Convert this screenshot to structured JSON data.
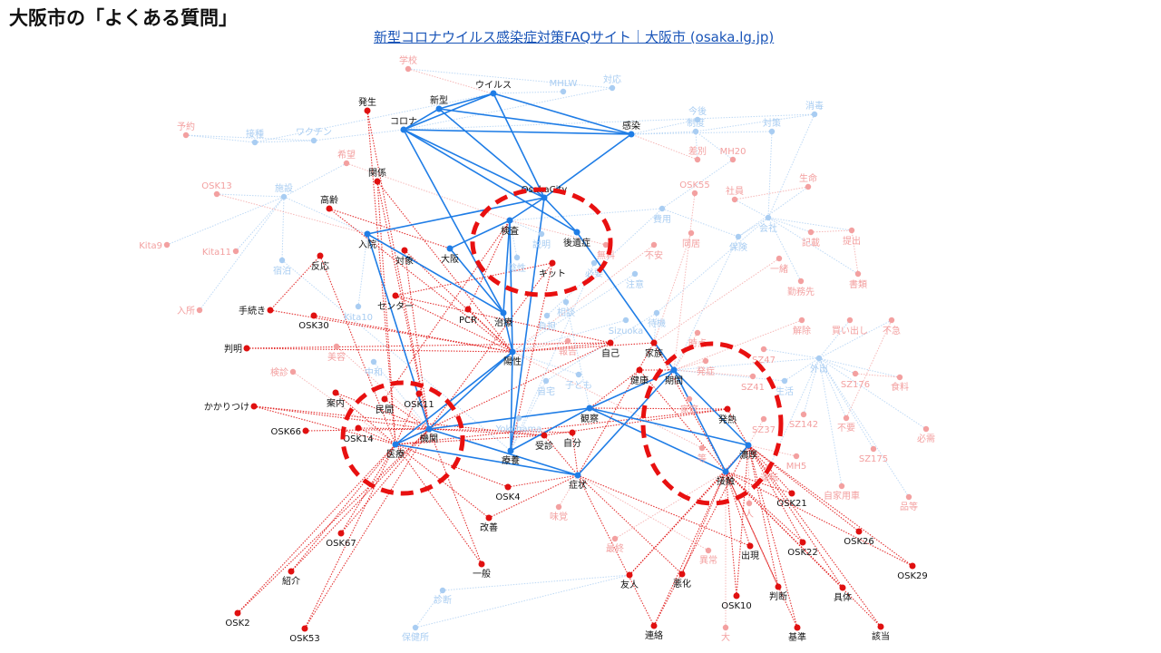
{
  "header": {
    "title": "大阪市の「よくある質問」",
    "link_text": "新型コロナウイルス感染症対策FAQサイト｜大阪市 (osaka.lg.jp)"
  },
  "colors": {
    "focus_blue": "#1f7de6",
    "focus_red": "#e01010",
    "faint_blue": "#a9cdf2",
    "faint_red": "#f3a0a0",
    "highlight_circle": "#e81010",
    "link": "#1a55b8"
  },
  "network": {
    "nodes": [
      {
        "id": "ウイルス",
        "group": "fb"
      },
      {
        "id": "新型",
        "group": "fb"
      },
      {
        "id": "コロナ",
        "group": "fb"
      },
      {
        "id": "感染",
        "group": "fb"
      },
      {
        "id": "OsakaCity",
        "group": "fb"
      },
      {
        "id": "検査",
        "group": "fb"
      },
      {
        "id": "後遺症",
        "group": "fb"
      },
      {
        "id": "入院",
        "group": "fb"
      },
      {
        "id": "大阪",
        "group": "fb"
      },
      {
        "id": "治療",
        "group": "fb"
      },
      {
        "id": "陽性",
        "group": "fb"
      },
      {
        "id": "期間",
        "group": "fb"
      },
      {
        "id": "観察",
        "group": "fb"
      },
      {
        "id": "機関",
        "group": "fb"
      },
      {
        "id": "医療",
        "group": "fb"
      },
      {
        "id": "療養",
        "group": "fb"
      },
      {
        "id": "症状",
        "group": "fb"
      },
      {
        "id": "濃厚",
        "group": "fb"
      },
      {
        "id": "接触",
        "group": "fb"
      },
      {
        "id": "発生",
        "group": "fr"
      },
      {
        "id": "関係",
        "group": "fr"
      },
      {
        "id": "高齢",
        "group": "fr"
      },
      {
        "id": "反応",
        "group": "fr"
      },
      {
        "id": "対象",
        "group": "fr"
      },
      {
        "id": "キット",
        "group": "fr"
      },
      {
        "id": "センター",
        "group": "fr"
      },
      {
        "id": "PCR",
        "group": "fr"
      },
      {
        "id": "手続き",
        "group": "fr"
      },
      {
        "id": "OSK30",
        "group": "fr"
      },
      {
        "id": "判明",
        "group": "fr"
      },
      {
        "id": "自己",
        "group": "fr"
      },
      {
        "id": "家族",
        "group": "fr"
      },
      {
        "id": "健康",
        "group": "fr"
      },
      {
        "id": "案内",
        "group": "fr"
      },
      {
        "id": "民間",
        "group": "fr"
      },
      {
        "id": "OSK11",
        "group": "fr"
      },
      {
        "id": "かかりつけ",
        "group": "fr"
      },
      {
        "id": "OSK14",
        "group": "fr"
      },
      {
        "id": "OSK66",
        "group": "fr"
      },
      {
        "id": "受診",
        "group": "fr"
      },
      {
        "id": "自分",
        "group": "fr"
      },
      {
        "id": "発熱",
        "group": "fr"
      },
      {
        "id": "OSK4",
        "group": "fr"
      },
      {
        "id": "改善",
        "group": "fr"
      },
      {
        "id": "OSK67",
        "group": "fr"
      },
      {
        "id": "一般",
        "group": "fr"
      },
      {
        "id": "紹介",
        "group": "fr"
      },
      {
        "id": "OSK2",
        "group": "fr"
      },
      {
        "id": "OSK53",
        "group": "fr"
      },
      {
        "id": "友人",
        "group": "fr"
      },
      {
        "id": "悪化",
        "group": "fr"
      },
      {
        "id": "連絡",
        "group": "fr"
      },
      {
        "id": "出現",
        "group": "fr"
      },
      {
        "id": "OSK10",
        "group": "fr"
      },
      {
        "id": "OSK21",
        "group": "fr"
      },
      {
        "id": "OSK22",
        "group": "fr"
      },
      {
        "id": "OSK26",
        "group": "fr"
      },
      {
        "id": "OSK29",
        "group": "fr"
      },
      {
        "id": "判断",
        "group": "fr"
      },
      {
        "id": "具体",
        "group": "fr"
      },
      {
        "id": "基準",
        "group": "fr"
      },
      {
        "id": "該当",
        "group": "fr"
      },
      {
        "id": "MHLW",
        "group": "lb"
      },
      {
        "id": "対応",
        "group": "lb"
      },
      {
        "id": "今後",
        "group": "lb"
      },
      {
        "id": "消毒",
        "group": "lb"
      },
      {
        "id": "制度",
        "group": "lb"
      },
      {
        "id": "対策",
        "group": "lb"
      },
      {
        "id": "接種",
        "group": "lb"
      },
      {
        "id": "ワクチン",
        "group": "lb"
      },
      {
        "id": "施設",
        "group": "lb"
      },
      {
        "id": "宿泊",
        "group": "lb"
      },
      {
        "id": "費用",
        "group": "lb"
      },
      {
        "id": "会社",
        "group": "lb"
      },
      {
        "id": "保険",
        "group": "lb"
      },
      {
        "id": "注意",
        "group": "lb"
      },
      {
        "id": "待機",
        "group": "lb"
      },
      {
        "id": "自宅",
        "group": "lb"
      },
      {
        "id": "子ども",
        "group": "lb"
      },
      {
        "id": "Sizuoka",
        "group": "lb"
      },
      {
        "id": "生活",
        "group": "lb"
      },
      {
        "id": "外出",
        "group": "lb"
      },
      {
        "id": "Kita10",
        "group": "lb"
      },
      {
        "id": "中和",
        "group": "lb"
      },
      {
        "id": "Yokohama",
        "group": "lb"
      },
      {
        "id": "診断",
        "group": "lb"
      },
      {
        "id": "保健所",
        "group": "lb"
      },
      {
        "id": "説明",
        "group": "lb"
      },
      {
        "id": "陰性",
        "group": "lb"
      },
      {
        "id": "必要",
        "group": "lb"
      },
      {
        "id": "相談",
        "group": "lb"
      },
      {
        "id": "負担",
        "group": "lb"
      },
      {
        "id": "学校",
        "group": "lr"
      },
      {
        "id": "予約",
        "group": "lr"
      },
      {
        "id": "希望",
        "group": "lr"
      },
      {
        "id": "差別",
        "group": "lr"
      },
      {
        "id": "MH20",
        "group": "lr"
      },
      {
        "id": "OSK13",
        "group": "lr"
      },
      {
        "id": "OSK55",
        "group": "lr"
      },
      {
        "id": "社員",
        "group": "lr"
      },
      {
        "id": "生命",
        "group": "lr"
      },
      {
        "id": "Kita9",
        "group": "lr"
      },
      {
        "id": "Kita11",
        "group": "lr"
      },
      {
        "id": "同居",
        "group": "lr"
      },
      {
        "id": "記載",
        "group": "lr"
      },
      {
        "id": "提出",
        "group": "lr"
      },
      {
        "id": "一緒",
        "group": "lr"
      },
      {
        "id": "書類",
        "group": "lr"
      },
      {
        "id": "勤務先",
        "group": "lr"
      },
      {
        "id": "入所",
        "group": "lr"
      },
      {
        "id": "解除",
        "group": "lr"
      },
      {
        "id": "買い出し",
        "group": "lr"
      },
      {
        "id": "不急",
        "group": "lr"
      },
      {
        "id": "美容",
        "group": "lr"
      },
      {
        "id": "検診",
        "group": "lr"
      },
      {
        "id": "SZ47",
        "group": "lr"
      },
      {
        "id": "SZ41",
        "group": "lr"
      },
      {
        "id": "SZ176",
        "group": "lr"
      },
      {
        "id": "食料",
        "group": "lr"
      },
      {
        "id": "SZ142",
        "group": "lr"
      },
      {
        "id": "不要",
        "group": "lr"
      },
      {
        "id": "必需",
        "group": "lr"
      },
      {
        "id": "MH5",
        "group": "lr"
      },
      {
        "id": "SZ175",
        "group": "lr"
      },
      {
        "id": "自家用車",
        "group": "lr"
      },
      {
        "id": "品等",
        "group": "lr"
      },
      {
        "id": "味覚",
        "group": "lr"
      },
      {
        "id": "異常",
        "group": "lr"
      },
      {
        "id": "最終",
        "group": "lr"
      },
      {
        "id": "大",
        "group": "lr"
      },
      {
        "id": "不安",
        "group": "lr"
      },
      {
        "id": "発症",
        "group": "lr"
      },
      {
        "id": "SZ37",
        "group": "lr"
      },
      {
        "id": "家庭",
        "group": "lr"
      },
      {
        "id": "報告",
        "group": "lr"
      },
      {
        "id": "時点",
        "group": "lr"
      },
      {
        "id": "運転",
        "group": "lr"
      },
      {
        "id": "無料",
        "group": "lr"
      },
      {
        "id": "等",
        "group": "lr"
      },
      {
        "id": "人",
        "group": "lr"
      }
    ],
    "edges": [
      [
        "ウイルス",
        "新型"
      ],
      [
        "ウイルス",
        "コロナ"
      ],
      [
        "ウイルス",
        "感染"
      ],
      [
        "ウイルス",
        "OsakaCity"
      ],
      [
        "新型",
        "コロナ"
      ],
      [
        "新型",
        "感染"
      ],
      [
        "新型",
        "OsakaCity"
      ],
      [
        "コロナ",
        "感染"
      ],
      [
        "コロナ",
        "OsakaCity"
      ],
      [
        "コロナ",
        "後遺症"
      ],
      [
        "コロナ",
        "治療"
      ],
      [
        "感染",
        "OsakaCity"
      ],
      [
        "OsakaCity",
        "後遺症"
      ],
      [
        "OsakaCity",
        "検査"
      ],
      [
        "OsakaCity",
        "療養"
      ],
      [
        "OsakaCity",
        "入院"
      ],
      [
        "検査",
        "大阪"
      ],
      [
        "入院",
        "治療"
      ],
      [
        "後遺症",
        "期間"
      ],
      [
        "陽性",
        "療養"
      ],
      [
        "陽性",
        "治療"
      ],
      [
        "陽性",
        "機関"
      ],
      [
        "陽性",
        "医療"
      ],
      [
        "期間",
        "観察"
      ],
      [
        "観察",
        "療養"
      ],
      [
        "期間",
        "濃厚"
      ],
      [
        "濃厚",
        "接触"
      ],
      [
        "機関",
        "医療"
      ],
      [
        "機関",
        "症状"
      ],
      [
        "検査",
        "治療"
      ],
      [
        "検査",
        "陽性"
      ],
      [
        "入院",
        "機関"
      ],
      [
        "大阪",
        "治療"
      ],
      [
        "キット",
        "療養"
      ],
      [
        "症状",
        "医療"
      ],
      [
        "期間",
        "接触"
      ],
      [
        "期間",
        "健康"
      ],
      [
        "観察",
        "接触"
      ],
      [
        "観察",
        "濃厚"
      ],
      [
        "発生",
        "医療"
      ],
      [
        "発生",
        "機関"
      ],
      [
        "関係",
        "医療"
      ],
      [
        "関係",
        "陽性"
      ],
      [
        "関係",
        "機関"
      ],
      [
        "高齢",
        "陽性"
      ],
      [
        "高齢",
        "大阪"
      ],
      [
        "反応",
        "手続き"
      ],
      [
        "反応",
        "医療"
      ],
      [
        "対象",
        "機関"
      ],
      [
        "対象",
        "陽性"
      ],
      [
        "キット",
        "機関"
      ],
      [
        "キット",
        "センター"
      ],
      [
        "センター",
        "陽性"
      ],
      [
        "センター",
        "自己"
      ],
      [
        "PCR",
        "検査"
      ],
      [
        "PCR",
        "陽性"
      ],
      [
        "手続き",
        "陽性"
      ],
      [
        "OSK30",
        "陽性"
      ],
      [
        "判明",
        "陽性"
      ],
      [
        "判明",
        "自己"
      ],
      [
        "自己",
        "陽性"
      ],
      [
        "家族",
        "陽性"
      ],
      [
        "家族",
        "期間"
      ],
      [
        "家族",
        "接触"
      ],
      [
        "健康",
        "観察"
      ],
      [
        "健康",
        "接触"
      ],
      [
        "案内",
        "医療"
      ],
      [
        "案内",
        "機関"
      ],
      [
        "民間",
        "機関"
      ],
      [
        "民間",
        "検査"
      ],
      [
        "OSK11",
        "機関"
      ],
      [
        "OSK11",
        "医療"
      ],
      [
        "かかりつけ",
        "医療"
      ],
      [
        "かかりつけ",
        "機関"
      ],
      [
        "かかりつけ",
        "受診"
      ],
      [
        "OSK14",
        "機関"
      ],
      [
        "OSK14",
        "医療"
      ],
      [
        "OSK66",
        "機関"
      ],
      [
        "受診",
        "機関"
      ],
      [
        "受診",
        "医療"
      ],
      [
        "受診",
        "症状"
      ],
      [
        "自分",
        "機関"
      ],
      [
        "自分",
        "症状"
      ],
      [
        "発熱",
        "観察"
      ],
      [
        "発熱",
        "医療"
      ],
      [
        "発熱",
        "濃厚"
      ],
      [
        "発熱",
        "受診"
      ],
      [
        "OSK4",
        "症状"
      ],
      [
        "OSK4",
        "医療"
      ],
      [
        "改善",
        "症状"
      ],
      [
        "改善",
        "医療"
      ],
      [
        "OSK67",
        "医療"
      ],
      [
        "OSK67",
        "機関"
      ],
      [
        "一般",
        "医療"
      ],
      [
        "一般",
        "機関"
      ],
      [
        "紹介",
        "医療"
      ],
      [
        "紹介",
        "機関"
      ],
      [
        "OSK2",
        "医療"
      ],
      [
        "OSK2",
        "機関"
      ],
      [
        "OSK53",
        "医療"
      ],
      [
        "OSK53",
        "機関"
      ],
      [
        "友人",
        "濃厚"
      ],
      [
        "友人",
        "接触"
      ],
      [
        "悪化",
        "症状"
      ],
      [
        "悪化",
        "接触"
      ],
      [
        "連絡",
        "接触"
      ],
      [
        "連絡",
        "濃厚"
      ],
      [
        "連絡",
        "症状"
      ],
      [
        "出現",
        "症状"
      ],
      [
        "出現",
        "接触"
      ],
      [
        "OSK10",
        "接触"
      ],
      [
        "OSK10",
        "濃厚"
      ],
      [
        "OSK21",
        "接触"
      ],
      [
        "OSK21",
        "濃厚"
      ],
      [
        "OSK22",
        "濃厚"
      ],
      [
        "OSK22",
        "接触"
      ],
      [
        "OSK26",
        "濃厚"
      ],
      [
        "OSK29",
        "濃厚"
      ],
      [
        "OSK29",
        "接触"
      ],
      [
        "判断",
        "濃厚"
      ],
      [
        "判断",
        "接触"
      ],
      [
        "具体",
        "濃厚"
      ],
      [
        "具体",
        "接触"
      ],
      [
        "基準",
        "濃厚"
      ],
      [
        "基準",
        "接触"
      ],
      [
        "該当",
        "接触"
      ],
      [
        "該当",
        "濃厚"
      ],
      [
        "家族",
        "症状"
      ],
      [
        "自己",
        "医療"
      ],
      [
        "症状",
        "期間"
      ],
      [
        "観察",
        "機関"
      ],
      [
        "MHLW",
        "ウイルス"
      ],
      [
        "対応",
        "コロナ"
      ],
      [
        "今後",
        "感染"
      ],
      [
        "消毒",
        "コロナ"
      ],
      [
        "消毒",
        "会社"
      ],
      [
        "制度",
        "感染"
      ],
      [
        "対策",
        "感染"
      ],
      [
        "対策",
        "会社"
      ],
      [
        "接種",
        "ワクチン"
      ],
      [
        "施設",
        "宿泊"
      ],
      [
        "施設",
        "入院"
      ],
      [
        "宿泊",
        "療養"
      ],
      [
        "費用",
        "検査"
      ],
      [
        "費用",
        "保険"
      ],
      [
        "会社",
        "保険"
      ],
      [
        "注意",
        "陽性"
      ],
      [
        "待機",
        "家族"
      ],
      [
        "待機",
        "自宅"
      ],
      [
        "自宅",
        "療養"
      ],
      [
        "子ども",
        "陽性"
      ],
      [
        "Sizuoka",
        "陽性"
      ],
      [
        "生活",
        "外出"
      ],
      [
        "生活",
        "期間"
      ],
      [
        "Kita10",
        "入院"
      ],
      [
        "中和",
        "機関"
      ],
      [
        "Yokohama",
        "療養"
      ],
      [
        "診断",
        "保健所"
      ],
      [
        "診断",
        "友人"
      ],
      [
        "保健所",
        "友人"
      ],
      [
        "説明",
        "検査"
      ],
      [
        "陰性",
        "検査"
      ],
      [
        "必要",
        "療養"
      ],
      [
        "相談",
        "観察"
      ],
      [
        "負担",
        "費用"
      ],
      [
        "外出",
        "期間"
      ],
      [
        "接種",
        "ウイルス"
      ],
      [
        "ワクチン",
        "コロナ"
      ],
      [
        "保険",
        "期間"
      ],
      [
        "会社",
        "待機"
      ],
      [
        "消毒",
        "制度"
      ],
      [
        "学校",
        "感染"
      ],
      [
        "学校",
        "対応"
      ],
      [
        "予約",
        "接種"
      ],
      [
        "希望",
        "検査"
      ],
      [
        "差別",
        "感染"
      ],
      [
        "MH20",
        "費用"
      ],
      [
        "OSK13",
        "施設"
      ],
      [
        "OSK55",
        "期間"
      ],
      [
        "社員",
        "会社"
      ],
      [
        "生命",
        "保険"
      ],
      [
        "Kita9",
        "施設"
      ],
      [
        "Kita11",
        "施設"
      ],
      [
        "同居",
        "家族"
      ],
      [
        "記載",
        "会社"
      ],
      [
        "提出",
        "会社"
      ],
      [
        "一緒",
        "家族"
      ],
      [
        "書類",
        "会社"
      ],
      [
        "勤務先",
        "会社"
      ],
      [
        "入所",
        "施設"
      ],
      [
        "解除",
        "期間"
      ],
      [
        "買い出し",
        "外出"
      ],
      [
        "不急",
        "外出"
      ],
      [
        "美容",
        "機関"
      ],
      [
        "検診",
        "医療"
      ],
      [
        "SZ47",
        "外出"
      ],
      [
        "SZ41",
        "期間"
      ],
      [
        "SZ176",
        "外出"
      ],
      [
        "食料",
        "外出"
      ],
      [
        "SZ142",
        "外出"
      ],
      [
        "不要",
        "外出"
      ],
      [
        "必需",
        "外出"
      ],
      [
        "MH5",
        "濃厚"
      ],
      [
        "SZ175",
        "外出"
      ],
      [
        "自家用車",
        "外出"
      ],
      [
        "品等",
        "外出"
      ],
      [
        "味覚",
        "症状"
      ],
      [
        "異常",
        "症状"
      ],
      [
        "最終",
        "接触"
      ],
      [
        "大",
        "接触"
      ],
      [
        "不安",
        "陽性"
      ],
      [
        "発症",
        "期間"
      ],
      [
        "SZ37",
        "濃厚"
      ],
      [
        "家庭",
        "期間"
      ],
      [
        "報告",
        "陽性"
      ],
      [
        "時点",
        "期間"
      ],
      [
        "運転",
        "外出"
      ],
      [
        "無料",
        "検査"
      ],
      [
        "等",
        "陽性"
      ],
      [
        "人",
        "濃厚"
      ],
      [
        "OSK13",
        "入院"
      ],
      [
        "予約",
        "ワクチン"
      ],
      [
        "希望",
        "施設"
      ],
      [
        "記載",
        "提出"
      ],
      [
        "書類",
        "提出"
      ],
      [
        "不要",
        "不急"
      ],
      [
        "SZ176",
        "食料"
      ],
      [
        "生命",
        "社員"
      ],
      [
        "差別",
        "制度"
      ],
      [
        "MH20",
        "制度"
      ]
    ]
  }
}
